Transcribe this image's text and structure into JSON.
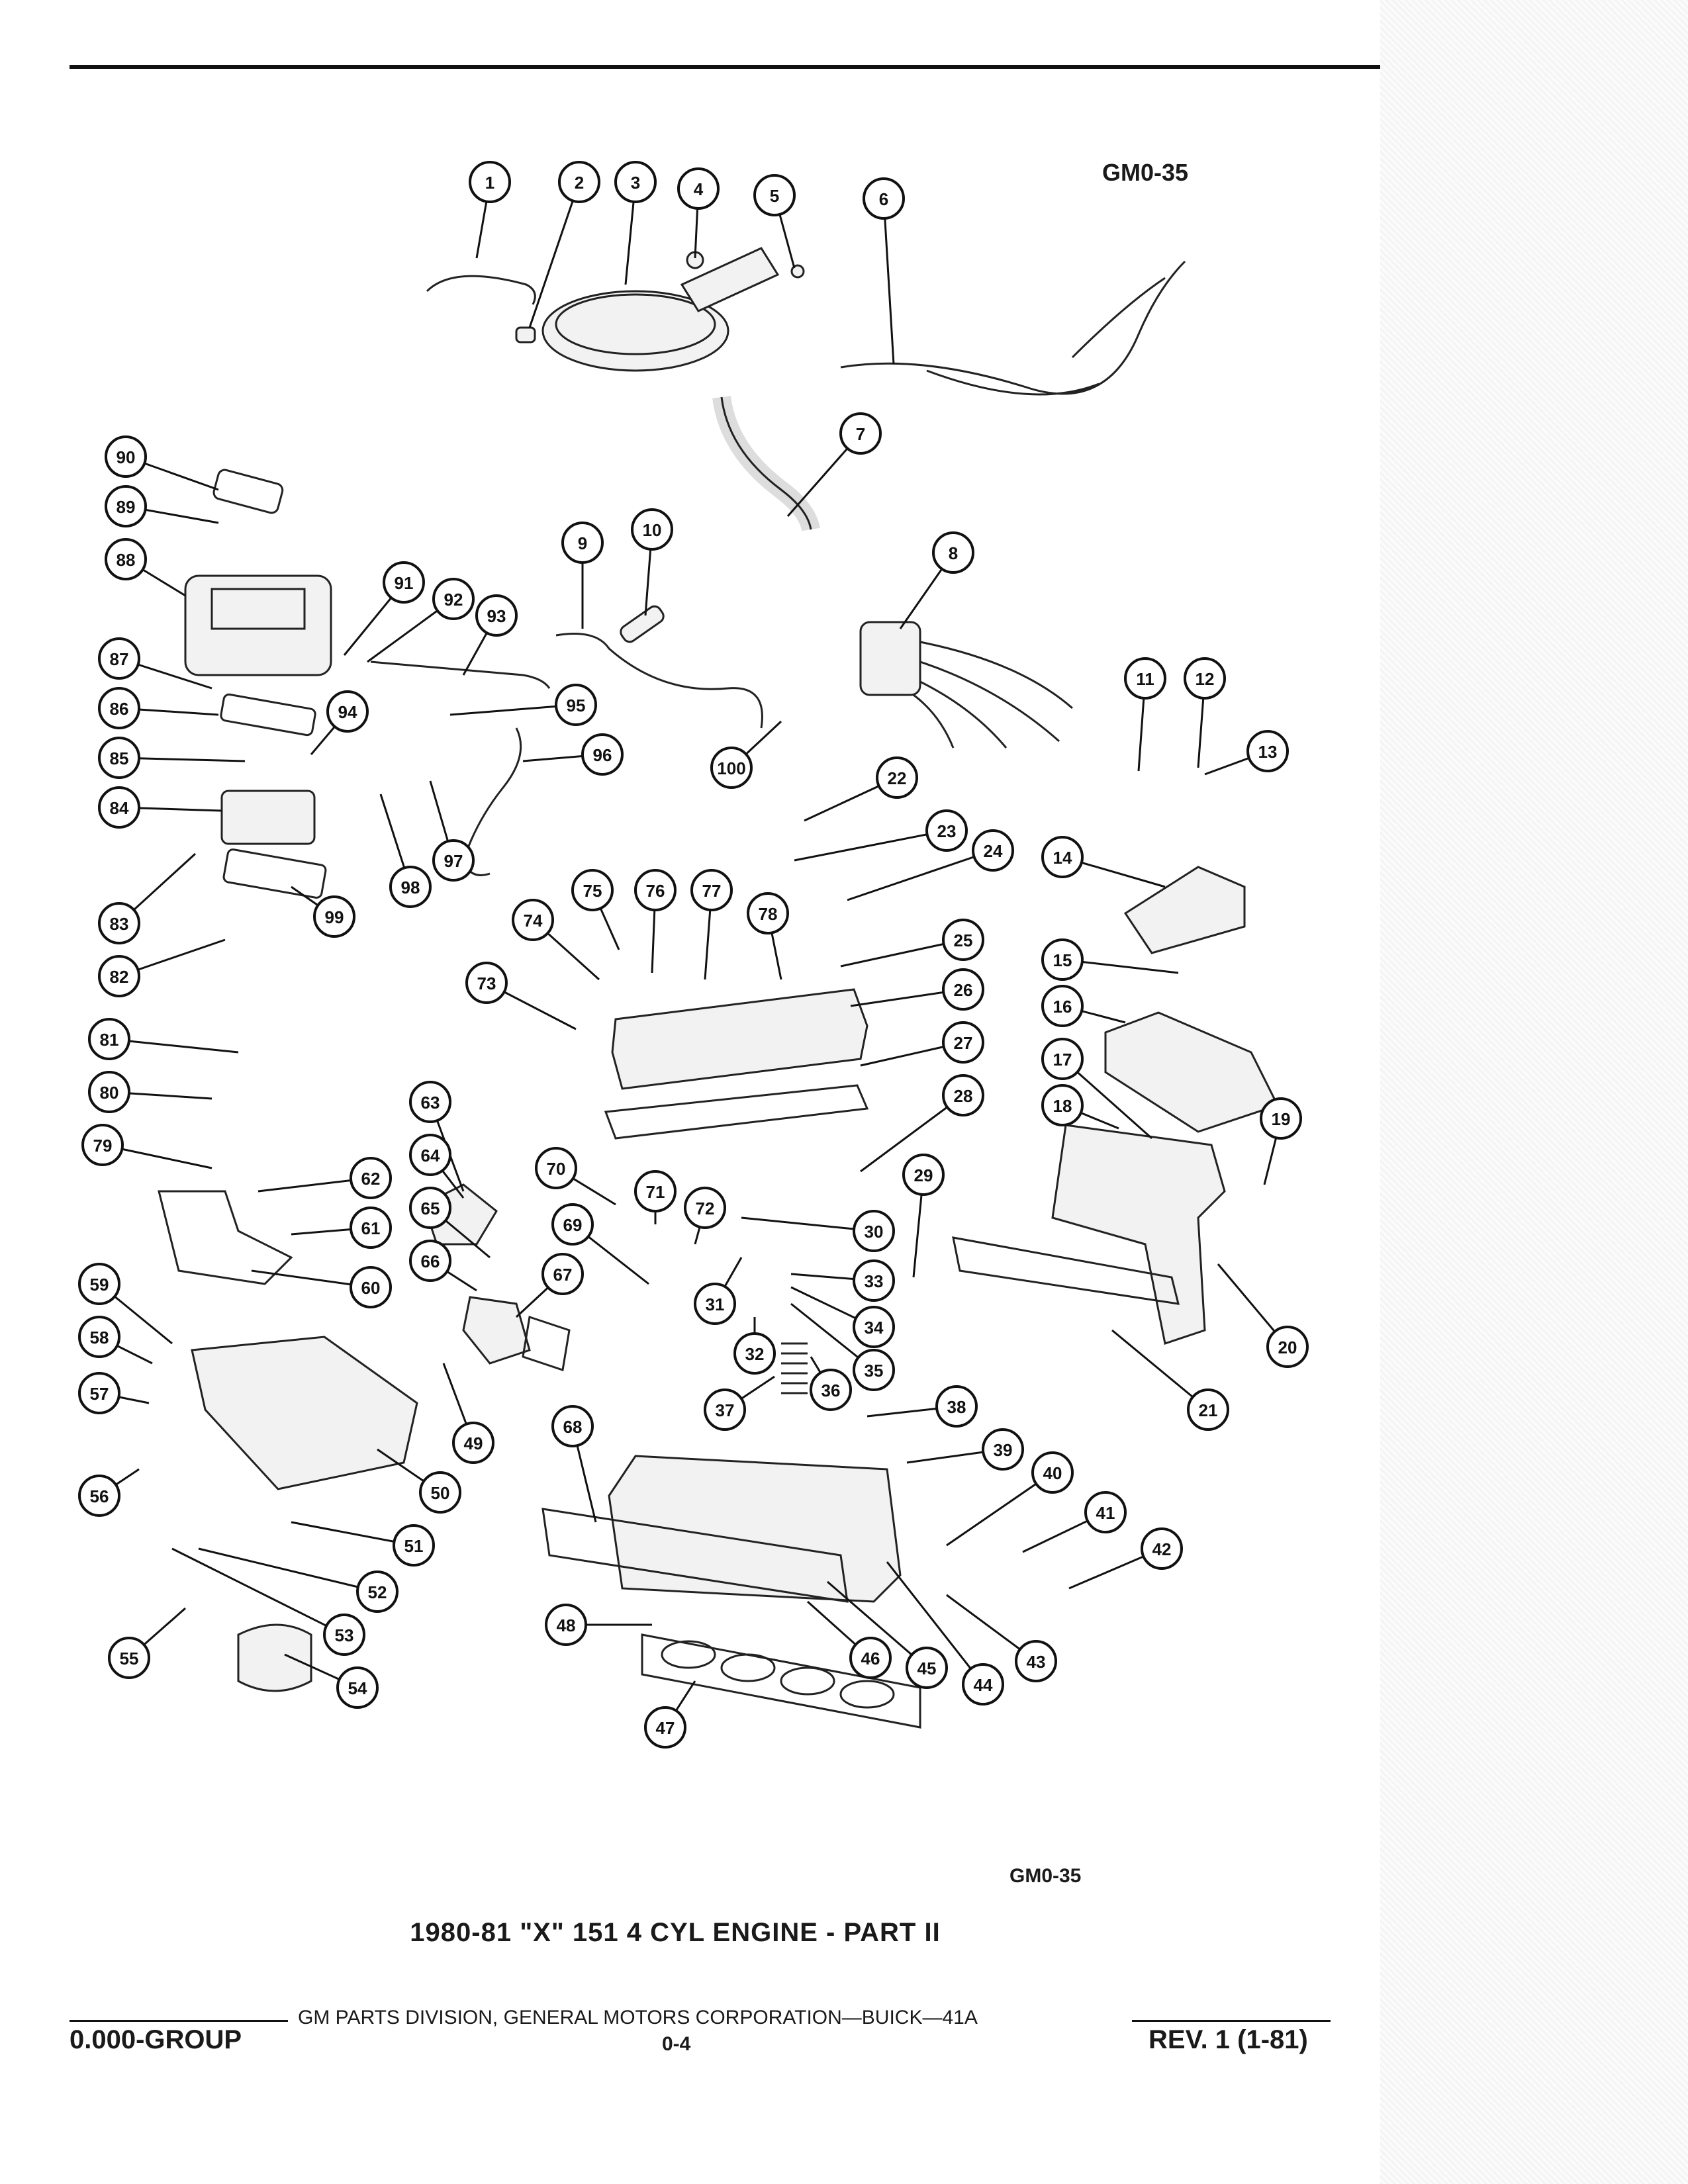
{
  "header": {
    "diagram_code": "GM0-35"
  },
  "figure": {
    "callouts": [
      "1",
      "2",
      "3",
      "4",
      "5",
      "6",
      "7",
      "8",
      "9",
      "10",
      "11",
      "12",
      "13",
      "14",
      "15",
      "16",
      "17",
      "18",
      "19",
      "20",
      "21",
      "22",
      "23",
      "24",
      "25",
      "26",
      "27",
      "28",
      "29",
      "30",
      "31",
      "32",
      "33",
      "34",
      "35",
      "36",
      "37",
      "38",
      "39",
      "40",
      "41",
      "42",
      "43",
      "44",
      "45",
      "46",
      "47",
      "48",
      "49",
      "50",
      "51",
      "52",
      "53",
      "54",
      "55",
      "56",
      "57",
      "58",
      "59",
      "60",
      "61",
      "62",
      "63",
      "64",
      "65",
      "66",
      "67",
      "68",
      "69",
      "70",
      "71",
      "72",
      "73",
      "74",
      "75",
      "76",
      "77",
      "78",
      "79",
      "80",
      "81",
      "82",
      "83",
      "84",
      "85",
      "86",
      "87",
      "88",
      "89",
      "90",
      "91",
      "92",
      "93",
      "94",
      "95",
      "96",
      "97",
      "98",
      "99",
      "100"
    ],
    "code_label": "GM0-35",
    "caption": "1980-81 \"X\" 151 4 CYL ENGINE - PART II"
  },
  "footer": {
    "group": "0.000-GROUP",
    "division": "GM PARTS DIVISION, GENERAL MOTORS CORPORATION—BUICK—41A",
    "page": "0-4",
    "revision": "REV. 1 (1-81)"
  }
}
